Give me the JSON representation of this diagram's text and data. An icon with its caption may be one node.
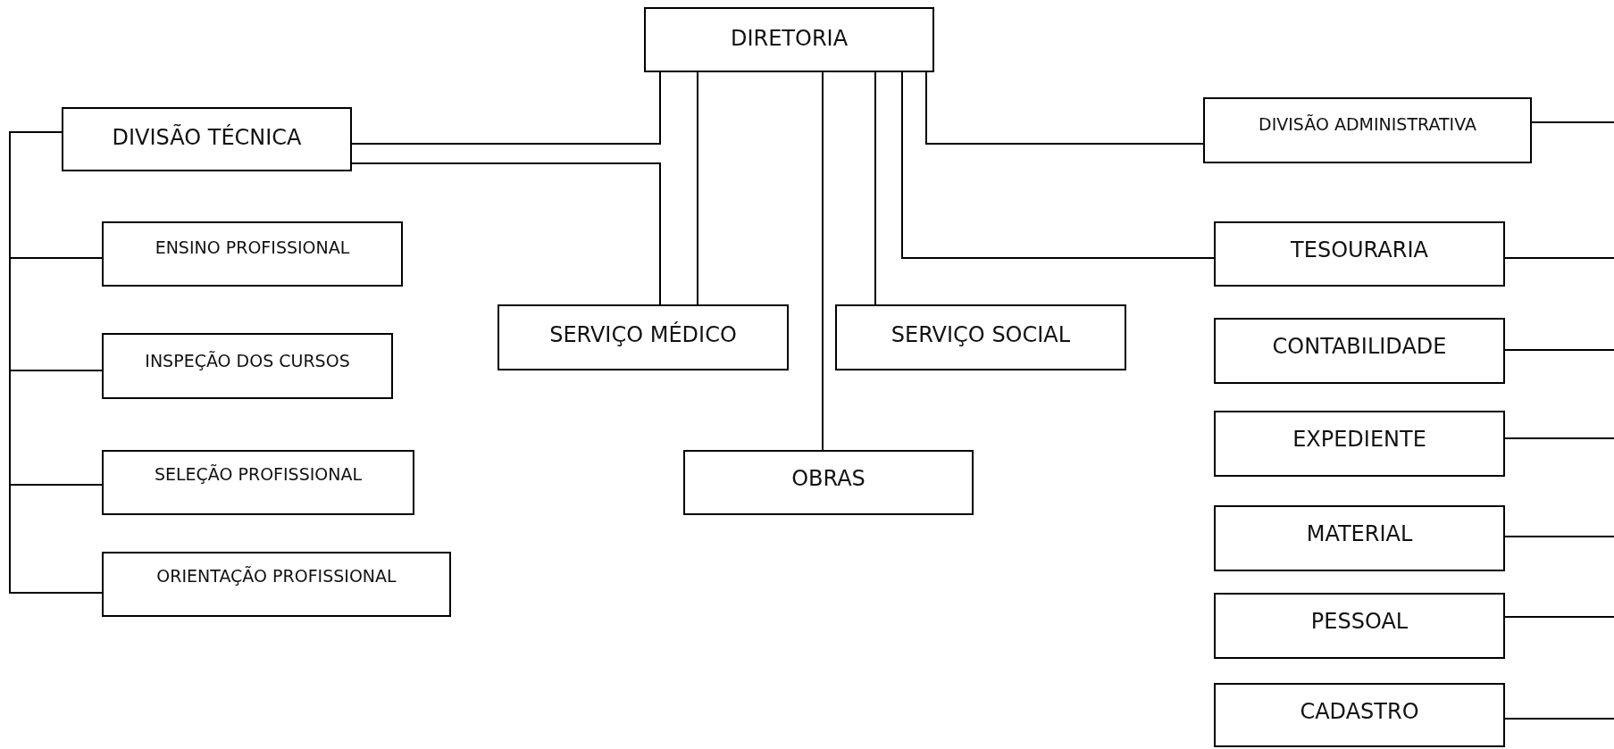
{
  "diagram": {
    "nodes": [
      {
        "text": [
          "DIRETORIA"
        ]
      },
      {
        "text": [
          "DIVISÃO TÉCNICA"
        ]
      },
      {
        "text": [
          "DIVISÃO ADMINISTRATIVA"
        ]
      },
      {
        "text": [
          "ENSINO PROFISSIONAL"
        ]
      },
      {
        "text": [
          "SERVIÇO MÉDICO"
        ]
      },
      {
        "text": [
          "SERVIÇO SOCIAL"
        ]
      },
      {
        "text": [
          "TESOURARIA"
        ]
      },
      {
        "text": [
          "INSPEÇÃO DOS CURSOS"
        ]
      },
      {
        "text": [
          "CONTABILIDADE"
        ]
      },
      {
        "text": [
          "EXPEDIENTE"
        ]
      },
      {
        "text": [
          "OBRAS"
        ]
      },
      {
        "text": [
          "SELEÇÃO PROFISSIONAL"
        ]
      },
      {
        "text": [
          "MATERIAL"
        ]
      },
      {
        "text": [
          "ORIENTAÇÃO PROFISSIONAL"
        ]
      },
      {
        "text": [
          "PESSOAL"
        ]
      },
      {
        "text": [
          "CADASTRO"
        ]
      }
    ],
    "edges": [
      {
        "from": 0,
        "to": 1,
        "arrow": "none"
      },
      {
        "from": 1,
        "to": 4,
        "arrow": "none"
      },
      {
        "from": 0,
        "to": 4,
        "arrow": "none"
      },
      {
        "from": 0,
        "to": 10,
        "arrow": "none"
      },
      {
        "from": 0,
        "to": 5,
        "arrow": "none"
      },
      {
        "from": 0,
        "to": 6,
        "arrow": "none"
      },
      {
        "from": 0,
        "to": 2,
        "arrow": "none"
      },
      {
        "from": 1,
        "to": 3,
        "arrow": "none"
      },
      {
        "from": 1,
        "to": 7,
        "arrow": "none"
      },
      {
        "from": 1,
        "to": 11,
        "arrow": "none"
      },
      {
        "from": 1,
        "to": 13,
        "arrow": "none"
      },
      {
        "from": 2,
        "to": null,
        "arrow": "none"
      },
      {
        "from": 6,
        "to": null,
        "arrow": "none"
      },
      {
        "from": 8,
        "to": null,
        "arrow": "none"
      },
      {
        "from": 9,
        "to": null,
        "arrow": "none"
      },
      {
        "from": 12,
        "to": null,
        "arrow": "none"
      },
      {
        "from": 14,
        "to": null,
        "arrow": "none"
      },
      {
        "from": 15,
        "to": null,
        "arrow": "none"
      }
    ]
  }
}
